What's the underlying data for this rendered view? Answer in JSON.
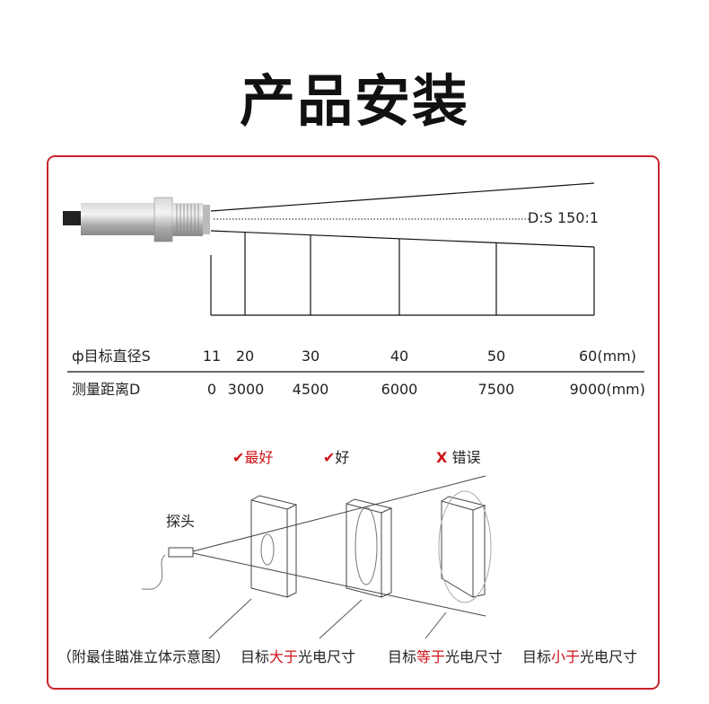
{
  "title": "产品安装",
  "ratio_label": "D:S  150:1",
  "table": {
    "row_s_label": "ф目标直径S",
    "row_s_values": [
      "11",
      "20",
      "30",
      "40",
      "50",
      "60(mm)"
    ],
    "row_d_label": "测量距离D",
    "row_d_values": [
      "0",
      "3000",
      "4500",
      "6000",
      "7500",
      "9000(mm)"
    ]
  },
  "verdicts": [
    {
      "mark": "✔",
      "text": "最好",
      "text_color": "#d0141a"
    },
    {
      "mark": "✔",
      "text": "好",
      "text_color": "#222222"
    },
    {
      "mark": "X",
      "text": "错误",
      "text_color": "#222222"
    }
  ],
  "probe_label": "探头",
  "captions": {
    "note": "（附最佳瞄准立体示意图）",
    "c1": {
      "a": "目标",
      "b": "大于",
      "c": "光电尺寸"
    },
    "c2": {
      "a": "目标",
      "b": "等于",
      "c": "光电尺寸"
    },
    "c3": {
      "a": "目标",
      "b": "小于",
      "c": "光电尺寸"
    }
  },
  "colors": {
    "accent": "#c8242c",
    "mark_red": "#d0141a"
  }
}
